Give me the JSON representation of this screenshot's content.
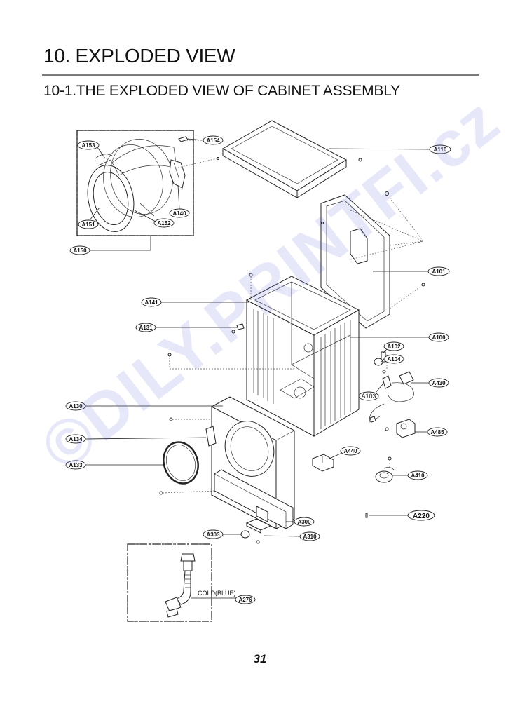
{
  "header": {
    "title": "10. EXPLODED VIEW",
    "subtitle": "10-1.THE EXPLODED VIEW OF CABINET ASSEMBLY"
  },
  "parts": {
    "A110": "A110",
    "A154": "A154",
    "A153": "A153",
    "A151": "A151",
    "A152": "A152",
    "A140": "A140",
    "A150": "A150",
    "A101": "A101",
    "A141": "A141",
    "A131": "A131",
    "A100": "A100",
    "A102": "A102",
    "A104": "A104",
    "A430": "A430",
    "A103": "A103",
    "A130": "A130",
    "A485": "A485",
    "A134": "A134",
    "A440": "A440",
    "A133": "A133",
    "A410": "A410",
    "A220": "A220",
    "A300": "A300",
    "A303": "A303",
    "A310": "A310",
    "A276": "A276"
  },
  "annotations": {
    "cold_blue": "COLD(BLUE)"
  },
  "watermark": "©DILY.PRINTFI.cz",
  "footer": {
    "page_number": "31"
  }
}
